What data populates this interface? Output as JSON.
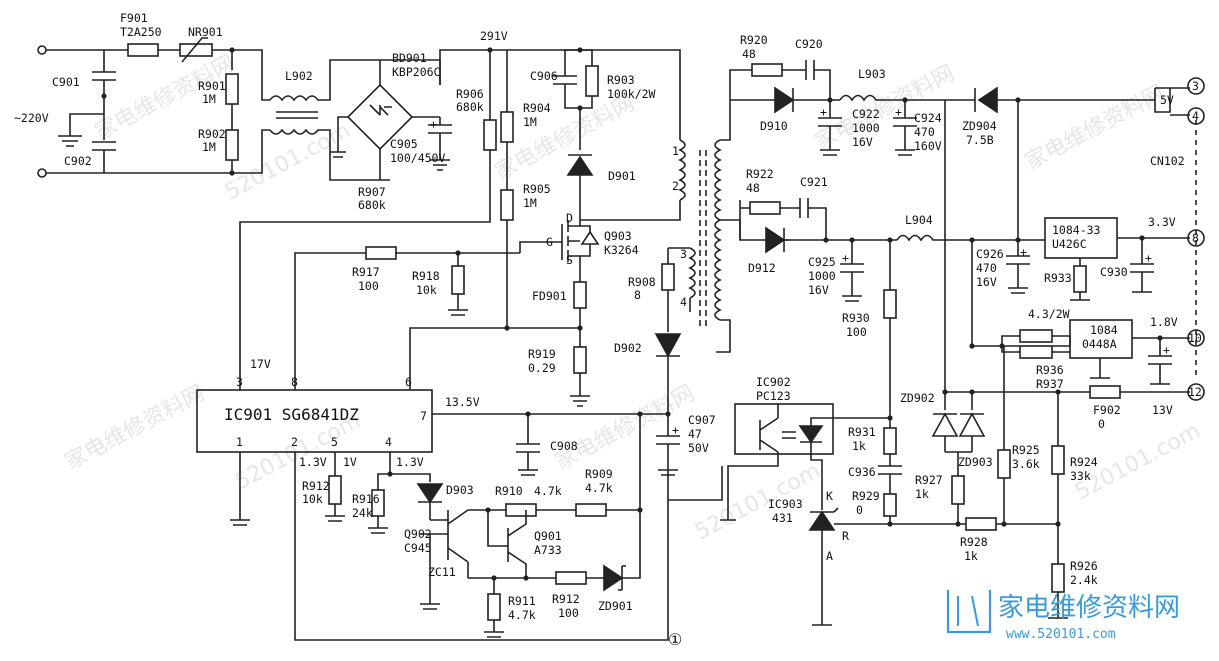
{
  "labels": {
    "f901": "F901",
    "f901v": "T2A250",
    "nr901": "NR901",
    "c901": "C901",
    "c902": "C902",
    "ac": "~220V",
    "r901": "R901",
    "r901v": "1M",
    "r902": "R902",
    "r902v": "1M",
    "l902": "L902",
    "bd901": "BD901",
    "bd901v": "KBP206C",
    "v291": "291V",
    "r906": "R906",
    "r906v": "680k",
    "c905": "C905",
    "c905v": "100/450V",
    "r907": "R907",
    "r907v": "680k",
    "c906": "C906",
    "r903": "R903",
    "r903v": "100k/2W",
    "r904": "R904",
    "r904v": "1M",
    "d901": "D901",
    "r905": "R905",
    "r905v": "1M",
    "q903": "Q903",
    "q903v": "K3264",
    "pin_d": "D",
    "pin_g": "G",
    "pin_s": "S",
    "r917": "R917",
    "r917v": "100",
    "r918": "R918",
    "r918v": "10k",
    "fd901": "FD901",
    "r919": "R919",
    "r919v": "0.29",
    "v17": "17V",
    "ic901": "IC901 SG6841DZ",
    "p3": "3",
    "p8": "8",
    "p6": "6",
    "p7": "7",
    "p1": "1",
    "p2": "2",
    "p5": "5",
    "p4": "4",
    "v135": "13.5V",
    "v13a": "1.3V",
    "v1": "1V",
    "v13b": "1.3V",
    "r912a": "R912",
    "r912av": "10k",
    "r916": "R916",
    "r916v": "24k",
    "c908": "C908",
    "d903": "D903",
    "q902": "Q902",
    "q902v": "C945",
    "zc11": "ZC11",
    "r910": "R910",
    "r910v": "4.7k",
    "r909": "R909",
    "r909v": "4.7k",
    "q901": "Q901",
    "q901v": "A733",
    "r911": "R911",
    "r911v": "4.7k",
    "r912b": "R912",
    "r912bv": "100",
    "zd901": "ZD901",
    "circle1": "①",
    "t1": "1",
    "t2": "2",
    "t3": "3",
    "t4": "4",
    "r908": "R908",
    "r908v": "8",
    "d902": "D902",
    "c907": "C907",
    "c907v1": "47",
    "c907v2": "50V",
    "r920": "R920",
    "r920v": "48",
    "c920": "C920",
    "l903": "L903",
    "d910": "D910",
    "c922": "C922",
    "c922v1": "1000",
    "c922v2": "16V",
    "c924": "C924",
    "c924v1": "470",
    "c924v2": "160V",
    "zd904": "ZD904",
    "zd904v": "7.5B",
    "v5": "5V",
    "pin3": "3",
    "pin4": "4",
    "pin8": "8",
    "pin10": "10",
    "pin12": "12",
    "cn102": "CN102",
    "r922": "R922",
    "r922v": "48",
    "c921": "C921",
    "l904": "L904",
    "d912": "D912",
    "c925": "C925",
    "c925v1": "1000",
    "c925v2": "16V",
    "c926": "C926",
    "c926v1": "470",
    "c926v2": "16V",
    "u1084a": "1084-33",
    "u1084av": "U426C",
    "v33": "3.3V",
    "r933": "R933",
    "c930": "C930",
    "r930": "R930",
    "r930v": "100",
    "r936v": "4.3/2W",
    "u1084b": "1084",
    "u1084bv": "0448A",
    "v18": "1.8V",
    "r936": "R936",
    "r937": "R937",
    "f902": "F902",
    "f902v": "0",
    "v13": "13V",
    "ic902": "IC902",
    "ic902v": "PC123",
    "zd902": "ZD902",
    "r931": "R931",
    "r931v": "1k",
    "c936": "C936",
    "r929": "R929",
    "r929v": "0",
    "r927": "R927",
    "r927v": "1k",
    "zd903": "ZD903",
    "r925": "R925",
    "r925v": "3.6k",
    "r924": "R924",
    "r924v": "33k",
    "ic903": "IC903",
    "ic903v": "431",
    "pin_k": "K",
    "pin_r": "R",
    "pin_a": "A",
    "r928": "R928",
    "r928v": "1k",
    "r926": "R926",
    "r926v": "2.4k"
  },
  "watermark": {
    "text1": "家电维修资料网",
    "text2": "520101.com",
    "logo": "家电维修资料网",
    "url": "www.520101.com"
  },
  "colors": {
    "ink": "#222222",
    "logo": "#3a9ad9"
  }
}
